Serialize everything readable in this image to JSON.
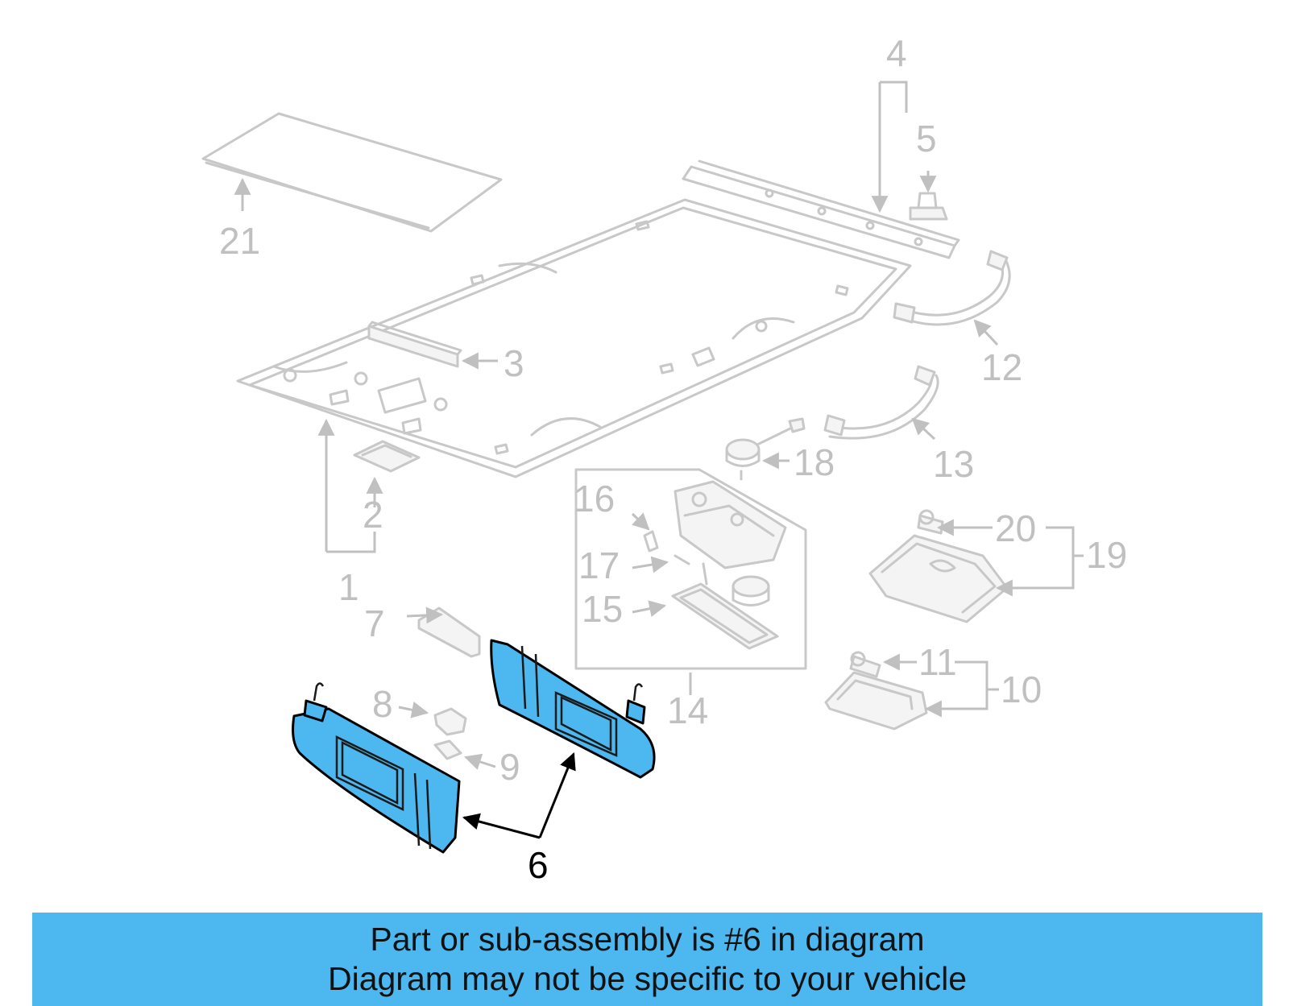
{
  "colors": {
    "highlight": "#4db8f0",
    "banner_bg": "#4db8f0",
    "muted_part": "#c8c8c8",
    "label_muted": "#c0c0c0",
    "label_highlight": "#000000"
  },
  "highlighted_part": "6",
  "callouts": [
    "1",
    "2",
    "3",
    "4",
    "5",
    "6",
    "7",
    "8",
    "9",
    "10",
    "11",
    "12",
    "13",
    "14",
    "15",
    "16",
    "17",
    "18",
    "19",
    "20",
    "21"
  ],
  "banner": {
    "line1": "Part or sub-assembly is #6 in diagram",
    "line2": "Diagram may not be specific to your vehicle"
  }
}
